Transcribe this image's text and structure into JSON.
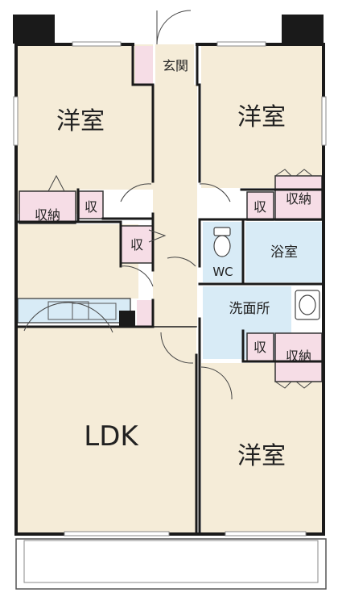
{
  "colors": {
    "room": "#f5ecd8",
    "storage": "#f6dde6",
    "water": "#d8ebf6",
    "wall": "#1a1a1a",
    "background": "#ffffff"
  },
  "rooms": {
    "western_nw": "洋室",
    "western_ne": "洋室",
    "western_se": "洋室",
    "ldk": "LDK",
    "entrance": "玄関",
    "bath": "浴室",
    "wc": "WC",
    "washroom": "洗面所"
  },
  "storage": {
    "nw_closet": "収納",
    "nw_small": "収",
    "hall_small": "収",
    "ne_closet": "収納",
    "ne_small": "収",
    "se_closet": "収納",
    "se_small": "収"
  },
  "icons": [
    "toilet-icon",
    "washbasin-icon",
    "bathtub-icon",
    "kitchen-counter-icon",
    "door-swing-icon"
  ]
}
